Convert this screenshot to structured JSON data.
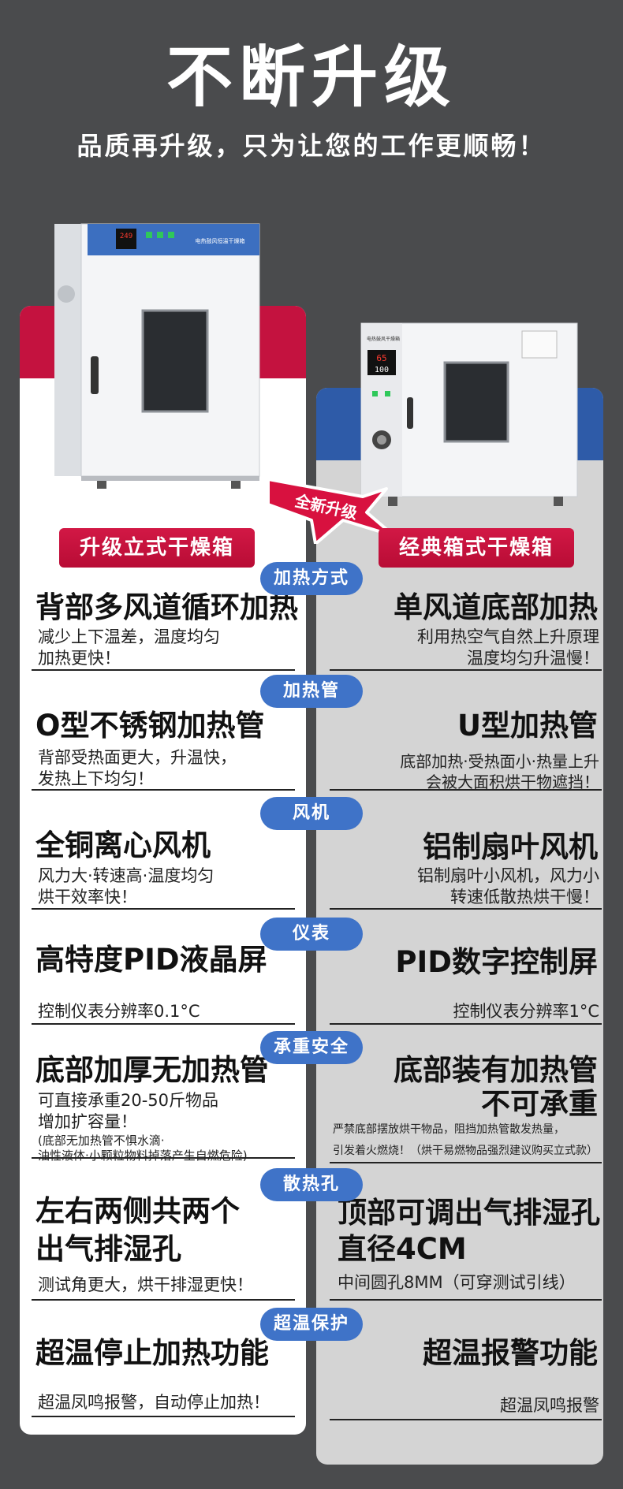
{
  "header": {
    "title": "不断升级",
    "subtitle": "品质再升级，只为让您的工作更顺畅！"
  },
  "products": {
    "left_label": "升级立式干燥箱",
    "right_label": "经典箱式干燥箱",
    "badge": "全新升级",
    "left_panel_text": "电热鼓风恒温干燥箱",
    "right_panel_text": "电热鼓风干燥箱",
    "left_display": "249",
    "right_display_top": "65",
    "right_display_bottom": "100"
  },
  "colors": {
    "background": "#4a4b4d",
    "left_band": "#c4123f",
    "right_band": "#2e5ba8",
    "pill": "#3f73c8",
    "label": "#c4123f"
  },
  "rows": [
    {
      "category": "加热方式",
      "left_title": "背部多风道循环加热",
      "left_desc": [
        "减少上下温差，温度均匀",
        "加热更快！"
      ],
      "right_title": "单风道底部加热",
      "right_desc": [
        "利用热空气自然上升原理",
        "温度均匀升温慢！"
      ]
    },
    {
      "category": "加热管",
      "left_title": "O型不锈钢加热管",
      "left_desc": [
        "背部受热面更大，升温快，",
        "发热上下均匀！"
      ],
      "right_title": "U型加热管",
      "right_desc": [
        "底部加热·受热面小·热量上升",
        "会被大面积烘干物遮挡！"
      ]
    },
    {
      "category": "风机",
      "left_title": "全铜离心风机",
      "left_desc": [
        "风力大·转速高·温度均匀",
        "烘干效率快！"
      ],
      "right_title": "铝制扇叶风机",
      "right_desc": [
        "铝制扇叶小风机，风力小",
        "转速低散热烘干慢！"
      ]
    },
    {
      "category": "仪表",
      "left_title": "高特度PID液晶屏",
      "left_desc": [
        "控制仪表分辨率0.1°C"
      ],
      "right_title": "PID数字控制屏",
      "right_desc": [
        "控制仪表分辨率1°C"
      ]
    },
    {
      "category": "承重安全",
      "left_title": "底部加厚无加热管",
      "left_desc": [
        "可直接承重20-50斤物品",
        "增加扩容量！",
        "(底部无加热管不惧水滴·",
        "油性液体·小颗粒物料掉落产生自燃危险)"
      ],
      "right_title": "底部装有加热管",
      "right_title2": "不可承重",
      "right_desc": [
        "严禁底部摆放烘干物品，阻挡加热管散发热量，",
        "引发着火燃烧！（烘干易燃物品强烈建议购买立式款）"
      ]
    },
    {
      "category": "散热孔",
      "left_title": "左右两侧共两个",
      "left_title2": "出气排湿孔",
      "left_desc": [
        "测试角更大，烘干排湿更快！"
      ],
      "right_title": "顶部可调出气排湿孔",
      "right_title2": "直径4CM",
      "right_desc": [
        "中间圆孔8MM（可穿测试引线）"
      ]
    },
    {
      "category": "超温保护",
      "left_title": "超温停止加热功能",
      "left_desc": [
        "超温凤鸣报警，自动停止加热！"
      ],
      "right_title": "超温报警功能",
      "right_desc": [
        "超温凤鸣报警"
      ]
    }
  ]
}
